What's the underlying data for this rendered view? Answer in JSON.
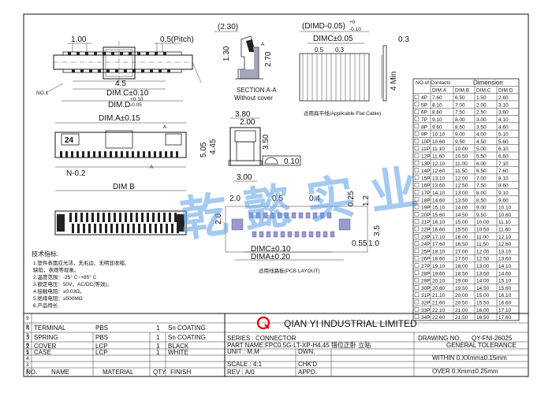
{
  "drawing_views": {
    "top": {
      "pitch": "0.5(Pitch)",
      "d100": "1.00",
      "d45": "4.5",
      "dimC": "DIM.C±0.10",
      "dimD": "DIM.D",
      "dimD_tol_up": "+0.10",
      "dimD_tol_dn": "-0.05",
      "no1": "NO.1"
    },
    "section": {
      "d230": "(2.30)",
      "d130": "1.30",
      "d270": "2.70",
      "labelA": "A",
      "caption1": "SECTION A-A",
      "caption2": "Without cover"
    },
    "cable": {
      "head": "(DIMD-0.05)",
      "head_tol_up": "+0",
      "head_tol_dn": "-0.10",
      "dimc": "DIMC±0.05",
      "d05": "0.5",
      "d03a": "0.3",
      "d03b": "0.3",
      "d4min": "4 Min",
      "caption": "适用扁平线(Applicable Flat Cable)"
    },
    "front": {
      "dimA": "DIM.A±0.15",
      "n02": "N-0.2",
      "dimB": "DIM B",
      "count": "24",
      "a1": "A",
      "a2": "A"
    },
    "side": {
      "d380": "3.80",
      "d200": "2.00",
      "d505": "5.05",
      "d445": "4.45",
      "d350": "3.50",
      "d300": "3.00",
      "flat": "0.10"
    },
    "pcb": {
      "d20": "2.0",
      "d05": "0.5",
      "d04": "0.4",
      "d025": "0.25",
      "d12": "1.2",
      "d35": "3.5",
      "d055": "0.55",
      "d10": "1.0",
      "dimc": "DIMC±0.10",
      "dima": "DIMA±0.20",
      "caption": "适用线路板(PCB LAYOUT)"
    },
    "watermark": "乾 懿 实 业"
  },
  "tech_notes": {
    "title": "技术指标:",
    "items": [
      "1.塑件表面应光洁，无毛边、无明显收缩、",
      "缺陷，表观等现象。",
      "2.温度范围：-25° C~+85° C",
      "3.额定电压：50V，AC/DC(等效)。",
      "4.接触电阻：≤0.03Ω。",
      "5.绝缘电阻：≥500MΩ",
      "6.产品特长"
    ]
  },
  "dimension_table": {
    "title": "Dimension",
    "headers": [
      "NO.of Contacts",
      "DIM.A",
      "DIM.B",
      "DIM.C",
      "DIM.D"
    ],
    "rows": [
      [
        "4P",
        "7.60",
        "6.50",
        "1.50",
        "2.60"
      ],
      [
        "5P",
        "8.10",
        "7.00",
        "2.00",
        "3.10"
      ],
      [
        "6P",
        "8.60",
        "7.50",
        "2.50",
        "3.60"
      ],
      [
        "7P",
        "9.10",
        "8.00",
        "3.00",
        "4.10"
      ],
      [
        "8P",
        "9.60",
        "8.50",
        "3.50",
        "4.60"
      ],
      [
        "9P",
        "10.10",
        "9.00",
        "4.00",
        "5.10"
      ],
      [
        "10P",
        "10.60",
        "9.50",
        "4.50",
        "5.60"
      ],
      [
        "11P",
        "11.10",
        "10.00",
        "5.00",
        "6.10"
      ],
      [
        "12P",
        "11.60",
        "10.50",
        "5.50",
        "6.60"
      ],
      [
        "13P",
        "12.10",
        "11.00",
        "6.00",
        "7.10"
      ],
      [
        "14P",
        "12.60",
        "11.50",
        "6.50",
        "7.60"
      ],
      [
        "15P",
        "13.10",
        "12.00",
        "7.00",
        "8.10"
      ],
      [
        "16P",
        "13.60",
        "12.50",
        "7.50",
        "8.60"
      ],
      [
        "17P",
        "14.10",
        "13.00",
        "8.00",
        "9.10"
      ],
      [
        "18P",
        "14.60",
        "13.50",
        "8.50",
        "9.60"
      ],
      [
        "19P",
        "15.10",
        "14.00",
        "9.00",
        "10.10"
      ],
      [
        "20P",
        "15.60",
        "14.50",
        "9.50",
        "10.60"
      ],
      [
        "21P",
        "16.10",
        "15.00",
        "10.00",
        "11.10"
      ],
      [
        "22P",
        "16.60",
        "15.50",
        "10.50",
        "11.60"
      ],
      [
        "23P",
        "17.10",
        "16.00",
        "11.00",
        "12.10"
      ],
      [
        "24P",
        "17.60",
        "16.50",
        "11.50",
        "12.60"
      ],
      [
        "25P",
        "18.10",
        "17.00",
        "12.00",
        "13.10"
      ],
      [
        "26P",
        "18.60",
        "17.50",
        "12.50",
        "13.60"
      ],
      [
        "27P",
        "19.10",
        "18.00",
        "13.00",
        "14.10"
      ],
      [
        "28P",
        "19.60",
        "18.50",
        "13.50",
        "14.60"
      ],
      [
        "29P",
        "20.10",
        "19.00",
        "14.00",
        "15.10"
      ],
      [
        "30P",
        "20.60",
        "19.50",
        "14.50",
        "15.60"
      ],
      [
        "31P",
        "21.10",
        "20.00",
        "15.00",
        "16.10"
      ],
      [
        "32P",
        "21.60",
        "20.50",
        "15.50",
        "16.60"
      ],
      [
        "33P",
        "22.10",
        "21.00",
        "16.00",
        "17.10"
      ],
      [
        "34P",
        "22.60",
        "21.50",
        "16.50",
        "17.60"
      ]
    ]
  },
  "title_block": {
    "bom": [
      [
        "4",
        "TERMINAL",
        "PBS",
        "1",
        "Sn COATING"
      ],
      [
        "3",
        "SPRING",
        "PBS",
        "1",
        "Sn COATING"
      ],
      [
        "2",
        "COVER",
        "LCP",
        "1",
        "BLACK"
      ],
      [
        "1",
        "CASE",
        "LCP",
        "1",
        "WHITE"
      ]
    ],
    "bom_header": [
      "NO.",
      "NAME",
      "MATERIAL",
      "QTY",
      "FINISH"
    ],
    "company": "QIAN YI INDUSTRIAL LIMITED",
    "drawing_no_label": "DRAWING NO.",
    "drawing_no": "QY-FNI-26025",
    "series": "SERIES : CONNECTOR",
    "part_name": "PART NAME:FPC0.5G-LT-XP-H4.45 错位正卧 立贴",
    "unit": "UNIT : M.M",
    "scale": "SCALE : 4:1",
    "rev": "REV : A/0",
    "dwn": "DWN.",
    "chkd": "CHK'D",
    "appd": "APPD.",
    "gen_tol": "GENERAL TOLERANCE",
    "tol1": "WITHIN 0.XXmm±0.15mm",
    "tol2": "OVER   0.Xmm±0.25mm",
    "left_nums": [
      "9",
      "8",
      "7",
      "6",
      "5",
      "4",
      "3",
      "2",
      "1"
    ]
  }
}
